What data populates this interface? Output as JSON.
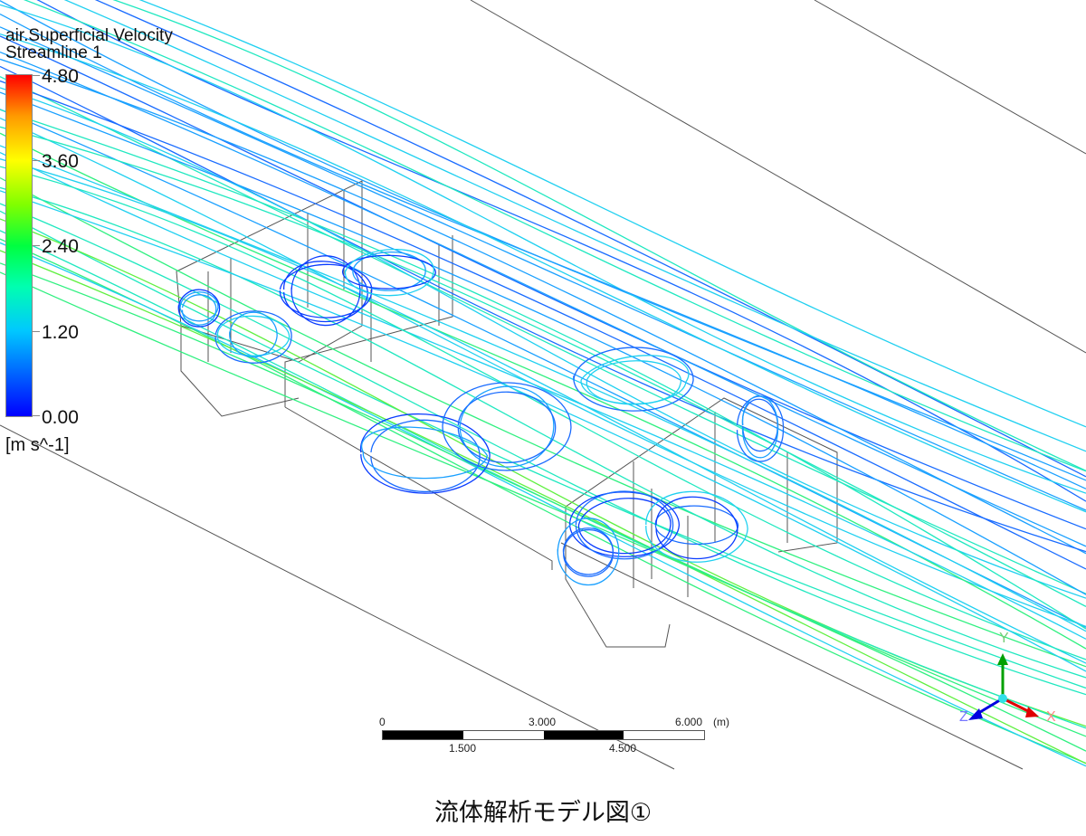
{
  "legend": {
    "variable": "air.Superficial Velocity",
    "object": "Streamline 1",
    "ticks": [
      "4.80",
      "3.60",
      "2.40",
      "1.20",
      "0.00"
    ],
    "unit": "[m s^-1]",
    "range": [
      0,
      4.8
    ]
  },
  "scale_bar": {
    "top_labels": [
      "0",
      "3.000",
      "6.000"
    ],
    "bottom_labels": [
      "1.500",
      "4.500"
    ],
    "unit": "(m)"
  },
  "axes": {
    "x": "X",
    "y": "Y",
    "z": "Z",
    "x_color": "#e00000",
    "y_color": "#00a000",
    "z_color": "#0000e0"
  },
  "caption": "流体解析モデル図①"
}
